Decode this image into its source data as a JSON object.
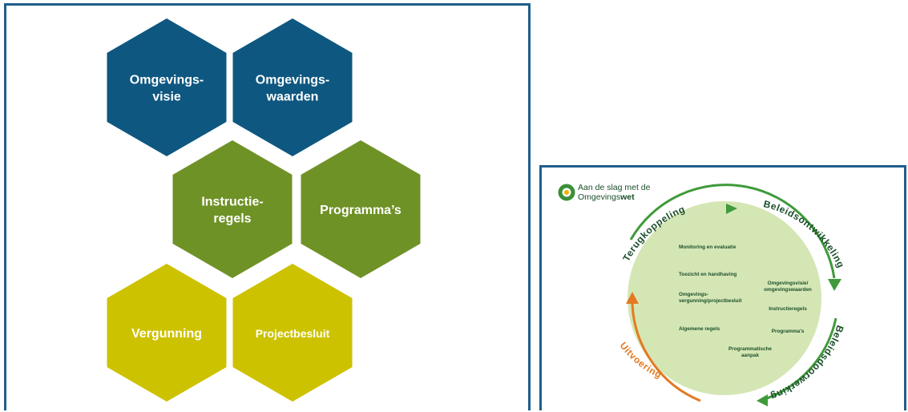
{
  "hexagons": [
    {
      "id": "omgevingsvisie",
      "lines": [
        "Omgevings-",
        "visie"
      ],
      "color": "#0e5780"
    },
    {
      "id": "omgevingswaarden",
      "lines": [
        "Omgevings-",
        "waarden"
      ],
      "color": "#0e5780"
    },
    {
      "id": "instructieregels",
      "lines": [
        "Instructie-",
        "regels"
      ],
      "color": "#6f9226"
    },
    {
      "id": "programmas",
      "lines": [
        "Programma’s"
      ],
      "color": "#6f9226"
    },
    {
      "id": "vergunning",
      "lines": [
        "Vergunning"
      ],
      "color": "#cdc200"
    },
    {
      "id": "projectbesluit",
      "lines": [
        "Projectbesluit"
      ],
      "color": "#cdc200"
    }
  ],
  "cycle": {
    "logo_line1": "Aan de slag met de",
    "logo_line2_a": "Omgevings",
    "logo_line2_b": "wet",
    "arc_labels": {
      "terugkoppeling": "Terugkoppeling",
      "beleidsontwikkeling": "Beleidsontwikkeling",
      "beleidsdoorwerking": "Beleidsdoorwerking",
      "uitvoering": "Uitvoering"
    },
    "left_items": [
      [
        "Monitoring en evaluatie"
      ],
      [
        "Toezicht en handhaving"
      ],
      [
        "Omgevings-",
        "vergunning/projectbesluit"
      ],
      [
        "Algemene regels"
      ]
    ],
    "right_items": [
      [
        "Omgevingsvisie/",
        "omgevingswaarden"
      ],
      [
        "Instructieregels"
      ],
      [
        "Programma's"
      ]
    ],
    "bottom_item": [
      "Programmatische",
      "aanpak"
    ],
    "colors": {
      "green_arrow": "#3f9a3a",
      "orange_arrow": "#e37a22",
      "disc": "#d5e6b5",
      "logo_ring": "#3b8f3a",
      "logo_center": "#f0b400",
      "title": "#1b4f2a"
    }
  }
}
